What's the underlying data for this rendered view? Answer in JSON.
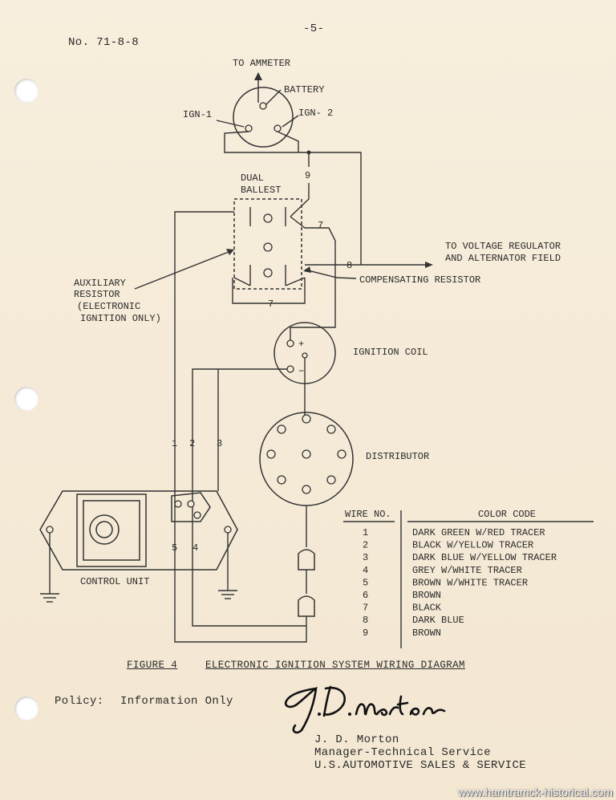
{
  "header": {
    "doc_number": "No. 71-8-8",
    "page_number": "-5-"
  },
  "diagram": {
    "to_ammeter": "TO AMMETER",
    "battery": "BATTERY",
    "ign1": "IGN-1",
    "ign2": "IGN- 2",
    "dual_ballast": [
      "DUAL",
      "BALLEST"
    ],
    "aux_resistor": [
      "AUXILIARY",
      "RESISTOR",
      "(ELECTRONIC",
      "IGNITION ONLY)"
    ],
    "to_voltage_regulator": [
      "TO  VOLTAGE REGULATOR",
      "AND ALTERNATOR FIELD"
    ],
    "compensating_resistor": "COMPENSATING RESISTOR",
    "ignition_coil": "IGNITION COIL",
    "distributor": "DISTRIBUTOR",
    "control_unit": "CONTROL UNIT",
    "coil_plus": "+",
    "coil_minus": "−",
    "wire_labels": {
      "w1": "1",
      "w2": "2",
      "w3": "3",
      "w4": "4",
      "w5": "5",
      "w7a": "7",
      "w7b": "7",
      "w8": "8",
      "w9": "9"
    }
  },
  "wire_table": {
    "headers": [
      "WIRE NO.",
      "COLOR CODE"
    ],
    "rows": [
      {
        "no": "1",
        "color": "DARK GREEN W/RED TRACER"
      },
      {
        "no": "2",
        "color": "BLACK W/YELLOW TRACER"
      },
      {
        "no": "3",
        "color": "DARK BLUE W/YELLOW TRACER"
      },
      {
        "no": "4",
        "color": "GREY W/WHITE TRACER"
      },
      {
        "no": "5",
        "color": "BROWN W/WHITE TRACER"
      },
      {
        "no": "6",
        "color": "BROWN"
      },
      {
        "no": "7",
        "color": "BLACK"
      },
      {
        "no": "8",
        "color": "DARK BLUE"
      },
      {
        "no": "9",
        "color": "BROWN"
      }
    ]
  },
  "figure": {
    "label": "FIGURE 4",
    "caption": "ELECTRONIC IGNITION SYSTEM WIRING DIAGRAM"
  },
  "policy": {
    "label": "Policy:",
    "value": "Information Only"
  },
  "signature": {
    "handwritten": "J. D. Morton",
    "name": "J. D. Morton",
    "title": "Manager-Technical Service",
    "company": "U.S.AUTOMOTIVE SALES & SERVICE"
  },
  "watermark": "www.hamtramck-historical.com",
  "colors": {
    "paper": "#f5ebd9",
    "ink": "#2a2a2a"
  }
}
